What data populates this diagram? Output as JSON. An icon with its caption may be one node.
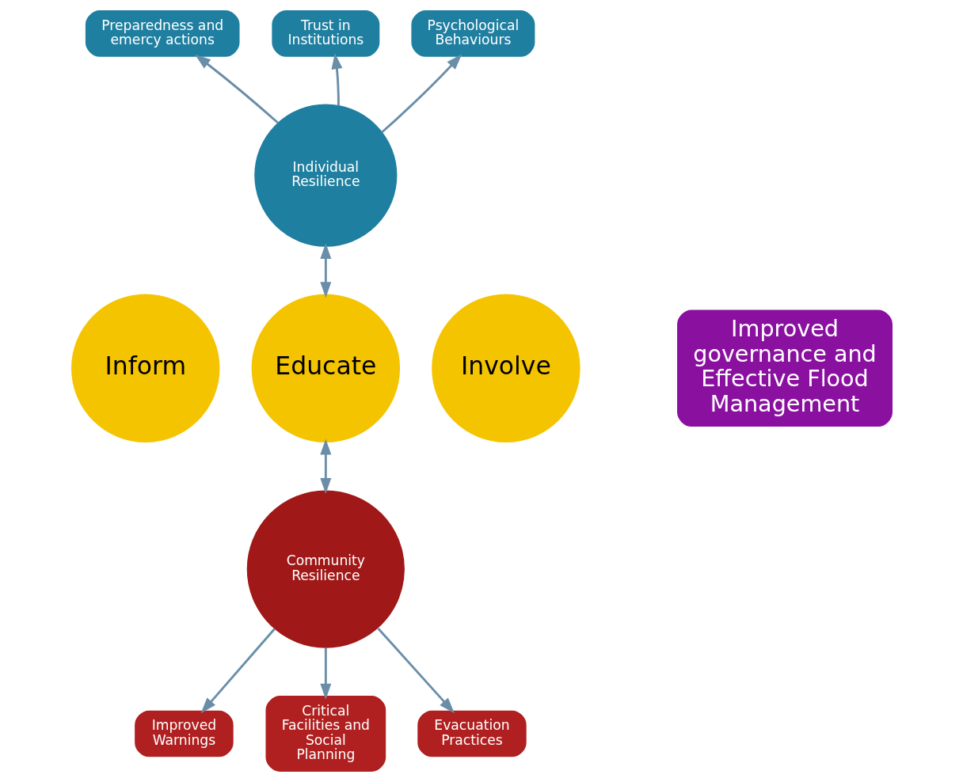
{
  "diagram": {
    "nodes": [
      {
        "text": [
          "Preparedness and emercy actions"
        ]
      },
      {
        "text": [
          "Trust in Institutions"
        ]
      },
      {
        "text": [
          "Psychological Behaviours"
        ]
      },
      {
        "text": [
          "Individual Resilience"
        ]
      },
      {
        "text": [
          "Inform"
        ]
      },
      {
        "text": [
          "Educate"
        ]
      },
      {
        "text": [
          "Involve"
        ]
      },
      {
        "text": [
          "Community Resilience"
        ]
      },
      {
        "text": [
          "Improved Warnings"
        ]
      },
      {
        "text": [
          "Critical Facilities and Social Planning"
        ]
      },
      {
        "text": [
          "Evacuation Practices"
        ]
      },
      {
        "text": [
          "Improved governance and Effective Flood Management"
        ]
      }
    ],
    "edges": [
      {
        "from": 3,
        "to": 1,
        "arrow": "to"
      },
      {
        "from": 3,
        "to": 0,
        "arrow": "to"
      },
      {
        "from": 3,
        "to": 2,
        "arrow": "to"
      },
      {
        "from": 3,
        "to": 5,
        "arrow": "both"
      },
      {
        "from": 5,
        "to": 7,
        "arrow": "both"
      },
      {
        "from": 7,
        "to": 8,
        "arrow": "to"
      },
      {
        "from": 7,
        "to": 9,
        "arrow": "to"
      },
      {
        "from": 7,
        "to": 10,
        "arrow": "to"
      }
    ]
  }
}
